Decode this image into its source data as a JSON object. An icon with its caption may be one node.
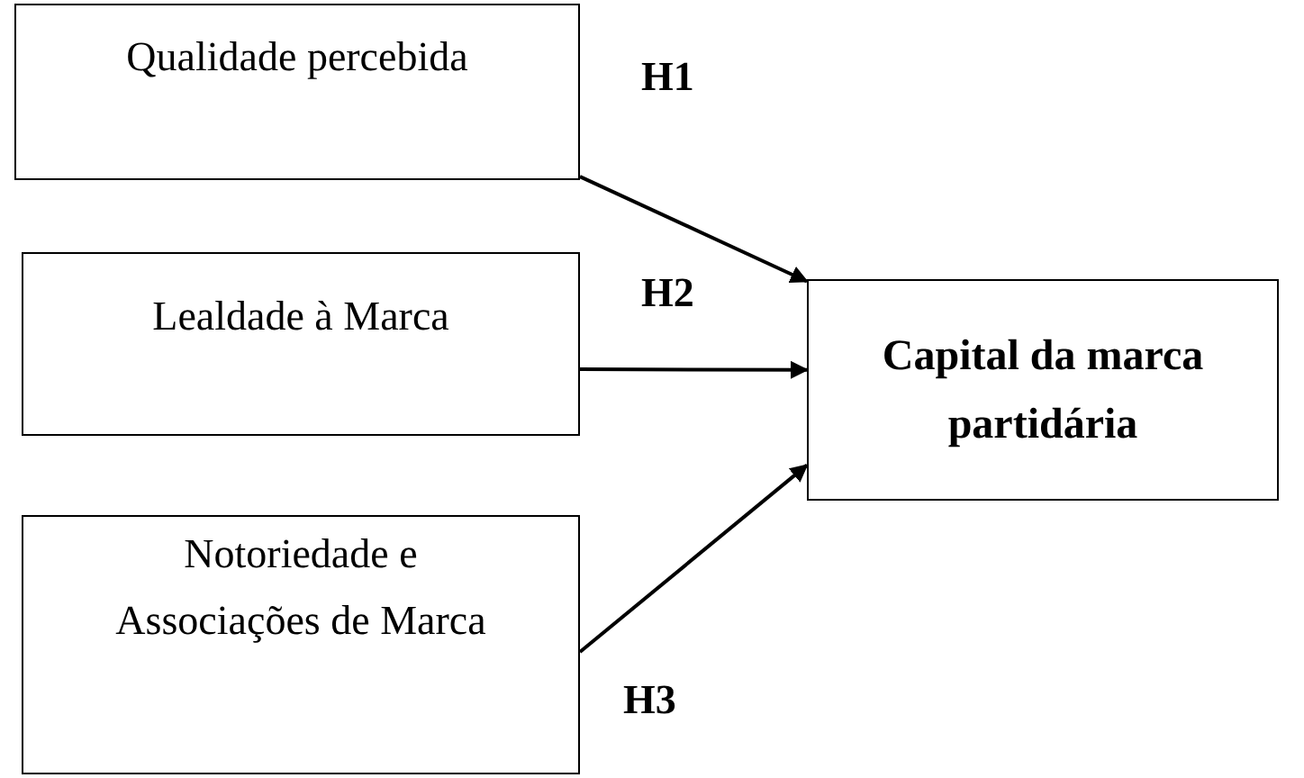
{
  "diagram": {
    "nodes": [
      {
        "text": [
          "Qualidade percebida"
        ]
      },
      {
        "text": [
          "Lealdade à Marca"
        ]
      },
      {
        "text": [
          "Notoriedade e Associações de Marca"
        ]
      },
      {
        "text": [
          "Capital da marca partidária"
        ]
      }
    ],
    "edges": [
      {
        "from": 0,
        "to": 3,
        "arrow": "to",
        "label": "H1"
      },
      {
        "from": 1,
        "to": 3,
        "arrow": "to",
        "label": "H2"
      },
      {
        "from": 2,
        "to": 3,
        "arrow": "to",
        "label": "H3"
      }
    ]
  }
}
